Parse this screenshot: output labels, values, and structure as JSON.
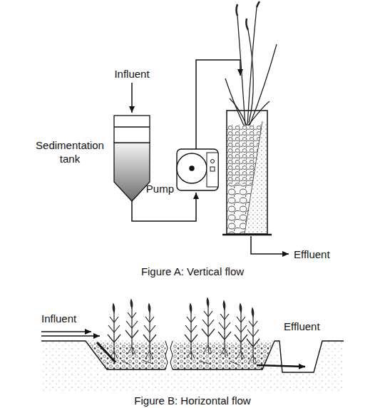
{
  "diagram": {
    "labels": [
      "Influent",
      "Sedimentation tank",
      "Pump",
      "Effluent",
      "Figure A: Vertical flow",
      "Influent",
      "Effluent",
      "Figure B: Horizontal flow"
    ]
  }
}
